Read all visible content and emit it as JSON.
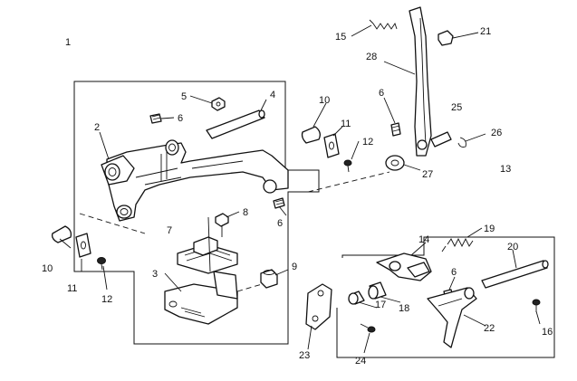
{
  "callouts": {
    "c1": "1",
    "c2": "2",
    "c3": "3",
    "c4": "4",
    "c5": "5",
    "c6a": "6",
    "c6b": "6",
    "c6c": "6",
    "c6d": "6",
    "c7": "7",
    "c8": "8",
    "c9": "9",
    "c10a": "10",
    "c10b": "10",
    "c11a": "11",
    "c11b": "11",
    "c12a": "12",
    "c12b": "12",
    "c13": "13",
    "c14": "14",
    "c15": "15",
    "c16": "16",
    "c17": "17",
    "c18": "18",
    "c19": "19",
    "c20": "20",
    "c21": "21",
    "c22": "22",
    "c23": "23",
    "c24": "24",
    "c25": "25",
    "c26": "26",
    "c27": "27",
    "c28": "28"
  }
}
